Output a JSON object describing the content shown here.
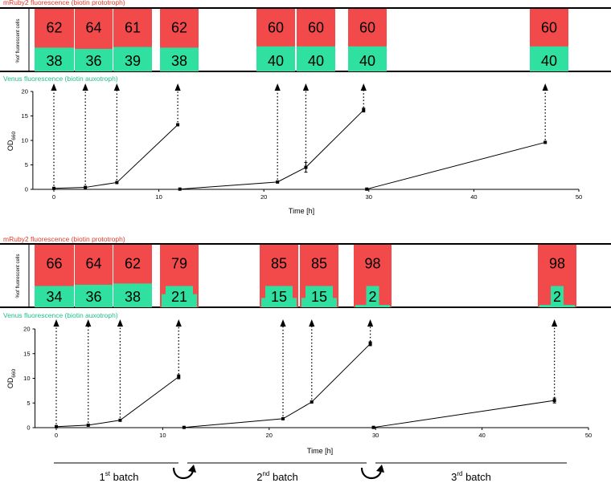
{
  "labels": {
    "mruby": "mRuby2 fluorescence (biotin prototroph)",
    "venus": "Venus fluorescence (biotin auxotroph)",
    "strip_ylabel": "%of fluorescent cells",
    "xlabel": "Time [h]",
    "ylabel_main": "OD",
    "ylabel_sub": "660"
  },
  "colors": {
    "mruby": "#f24a4a",
    "venus": "#2fe0a0",
    "text_red": "#e23a2a",
    "text_green": "#1fbf8a",
    "line": "#000000"
  },
  "batches": [
    {
      "pre": "1",
      "sup": "st",
      "post": " batch"
    },
    {
      "pre": "2",
      "sup": "nd",
      "post": " batch"
    },
    {
      "pre": "3",
      "sup": "rd",
      "post": " batch"
    }
  ],
  "chart_data": [
    {
      "type": "line",
      "xlabel": "Time [h]",
      "ylabel": "OD660",
      "xlim": [
        -2,
        50
      ],
      "ylim": [
        0,
        20
      ],
      "xticks": [
        0,
        10,
        20,
        30,
        40,
        50
      ],
      "yticks": [
        0,
        5,
        10,
        15,
        20
      ],
      "segments": [
        {
          "x": [
            0,
            3,
            6,
            11.8
          ],
          "y": [
            0.2,
            0.4,
            1.4,
            13.2
          ]
        },
        {
          "x": [
            12,
            21.3,
            24,
            29.5
          ],
          "y": [
            0.05,
            1.5,
            4.5,
            16.2
          ]
        },
        {
          "x": [
            29.8,
            46.8
          ],
          "y": [
            0.05,
            9.6
          ]
        }
      ],
      "error_bars": {
        "x": [
          24,
          29.5
        ],
        "y": [
          4.5,
          16.2
        ],
        "err": [
          1.0,
          0.4
        ]
      },
      "sample_times": [
        0,
        3,
        6,
        11.8,
        21.3,
        24,
        29.5,
        46.8
      ],
      "sample_bases": [
        0.2,
        0.4,
        1.4,
        13.2,
        1.5,
        4.5,
        16.2,
        9.6
      ],
      "composition": {
        "mruby_percent": [
          "62",
          "64",
          "61",
          "62",
          "60",
          "60",
          "60",
          "60"
        ],
        "venus_percent": [
          "38",
          "36",
          "39",
          "38",
          "40",
          "40",
          "40",
          "40"
        ]
      }
    },
    {
      "type": "line",
      "xlabel": "Time [h]",
      "ylabel": "OD660",
      "xlim": [
        -2,
        50
      ],
      "ylim": [
        0,
        20
      ],
      "xticks": [
        0,
        10,
        20,
        30,
        40,
        50
      ],
      "yticks": [
        0,
        5,
        10,
        15,
        20
      ],
      "segments": [
        {
          "x": [
            0,
            3,
            6,
            11.5
          ],
          "y": [
            0.2,
            0.5,
            1.5,
            10.3
          ]
        },
        {
          "x": [
            12,
            21.3,
            24,
            29.5
          ],
          "y": [
            0.05,
            1.8,
            5.2,
            17.0
          ]
        },
        {
          "x": [
            29.8,
            46.8
          ],
          "y": [
            0.05,
            5.5
          ]
        }
      ],
      "error_bars": {
        "x": [
          11.5,
          29.5,
          46.8
        ],
        "y": [
          10.3,
          17.0,
          5.5
        ],
        "err": [
          0.4,
          0.4,
          0.5
        ]
      },
      "sample_times": [
        0,
        3,
        6,
        11.5,
        21.3,
        24,
        29.5,
        46.8
      ],
      "sample_bases": [
        0.2,
        0.5,
        1.5,
        10.3,
        1.8,
        5.2,
        17.0,
        5.5
      ],
      "composition": {
        "mruby_percent": [
          "66",
          "64",
          "62",
          "79",
          "85",
          "85",
          "98",
          "98"
        ],
        "venus_percent": [
          "34",
          "36",
          "38",
          "21",
          "15",
          "15",
          "2",
          "2"
        ]
      }
    }
  ]
}
